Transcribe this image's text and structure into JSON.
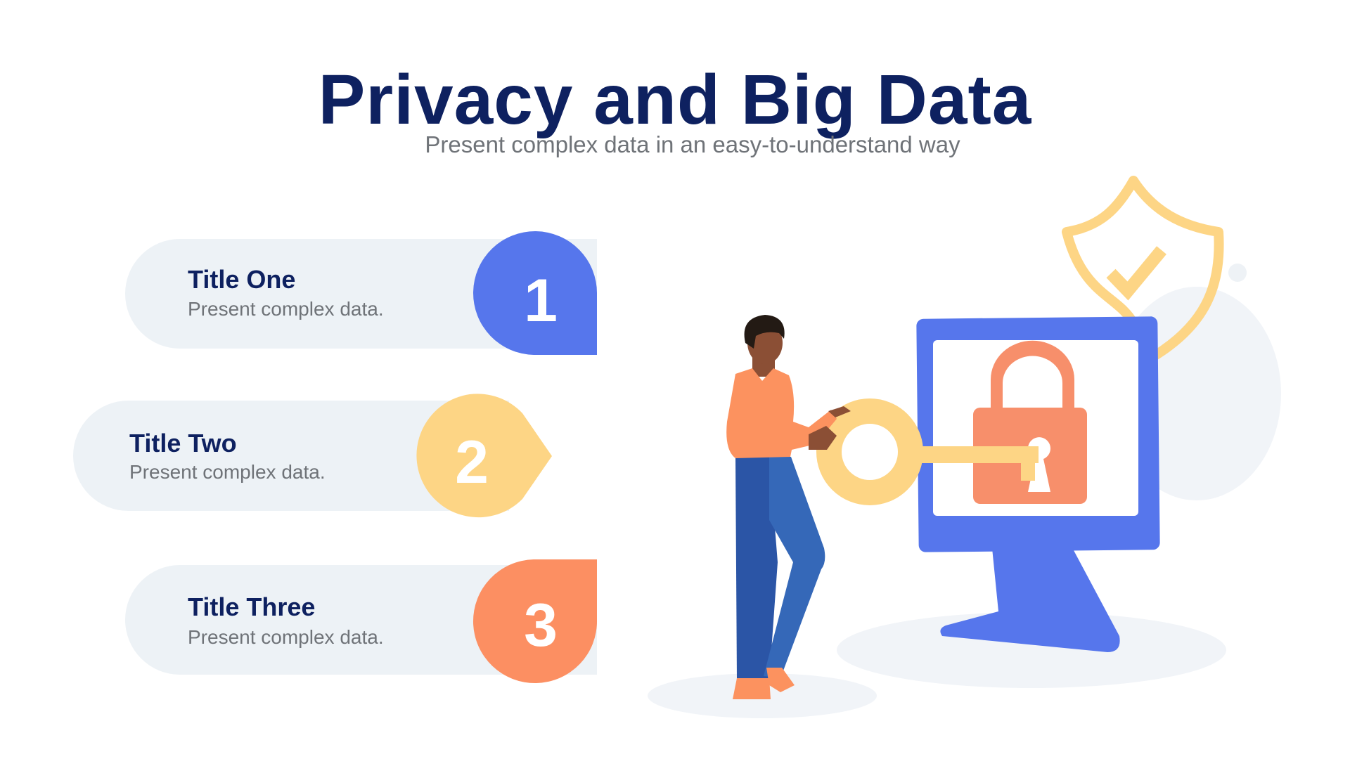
{
  "header": {
    "title": "Privacy and Big Data",
    "subtitle": "Present complex data in an easy-to-understand way"
  },
  "items": [
    {
      "number": "1",
      "title": "Title One",
      "description": "Present complex data.",
      "color": "#5676ec"
    },
    {
      "number": "2",
      "title": "Title Two",
      "description": "Present complex data.",
      "color": "#fdd585"
    },
    {
      "number": "3",
      "title": "Title Three",
      "description": "Present complex data.",
      "color": "#fc8f62"
    }
  ],
  "illustration": {
    "icons": [
      "person-icon",
      "key-icon",
      "monitor-icon",
      "padlock-icon",
      "shield-check-icon"
    ],
    "colors": {
      "monitor": "#5676ec",
      "padlock": "#f78f6b",
      "key": "#fdd585",
      "shield": "#fdd585",
      "shirt": "#fc925f",
      "pants": "#2b55a6",
      "skin": "#8b4f35",
      "ground": "#f1f4f8"
    }
  }
}
